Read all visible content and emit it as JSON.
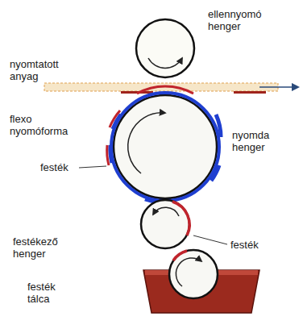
{
  "diagram": {
    "labels": [
      "ellennyomó henger",
      "nyomtatott anyag",
      "flexo nyomóforma",
      "nyomda henger",
      "festék",
      "festékező henger",
      "festék",
      "festék tálca"
    ]
  }
}
